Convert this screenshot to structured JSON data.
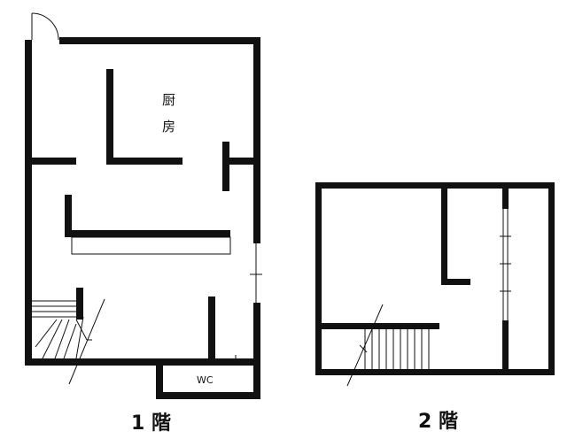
{
  "floors": [
    {
      "id": "1f",
      "label": "1 階"
    },
    {
      "id": "2f",
      "label": "2 階"
    }
  ],
  "rooms": {
    "kitchen": {
      "chars": [
        "厨",
        "房"
      ]
    },
    "wc": {
      "label": "WC"
    }
  },
  "colors": {
    "wall": "#111111",
    "line": "#111111",
    "background": "#ffffff"
  }
}
